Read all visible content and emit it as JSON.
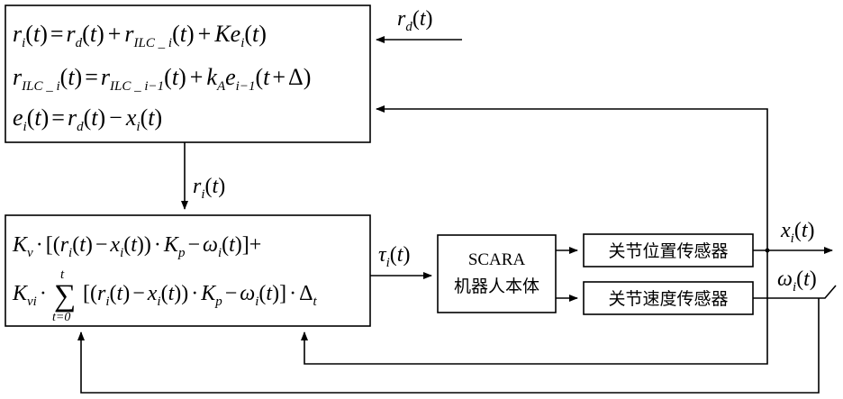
{
  "blocks": {
    "scara": {
      "line1": "SCARA",
      "line2": "机器人本体"
    },
    "pos_sensor": {
      "label": "关节位置传感器"
    },
    "vel_sensor": {
      "label": "关节速度传感器"
    }
  },
  "symbols": {
    "i": "i",
    "t": "t",
    "d": "d",
    "A": "A",
    "p": "p",
    "v": "v",
    "vi": "vi",
    "r": "r",
    "e": "e",
    "x": "x",
    "k": "k",
    "K": "K",
    "omega": "ω",
    "tau": "τ",
    "Delta": "Δ",
    "ILC_i": "ILC _ i",
    "ILC_i_minus_1": "ILC _ i−1",
    "i_minus_1": "i−1",
    "t_eq_0": "t=0",
    "sum": "∑",
    "eq": "=",
    "plus": "+",
    "minus": "−",
    "cdot": "·",
    "lp": "(",
    "rp": ")",
    "lb": "[",
    "rb": "]"
  }
}
